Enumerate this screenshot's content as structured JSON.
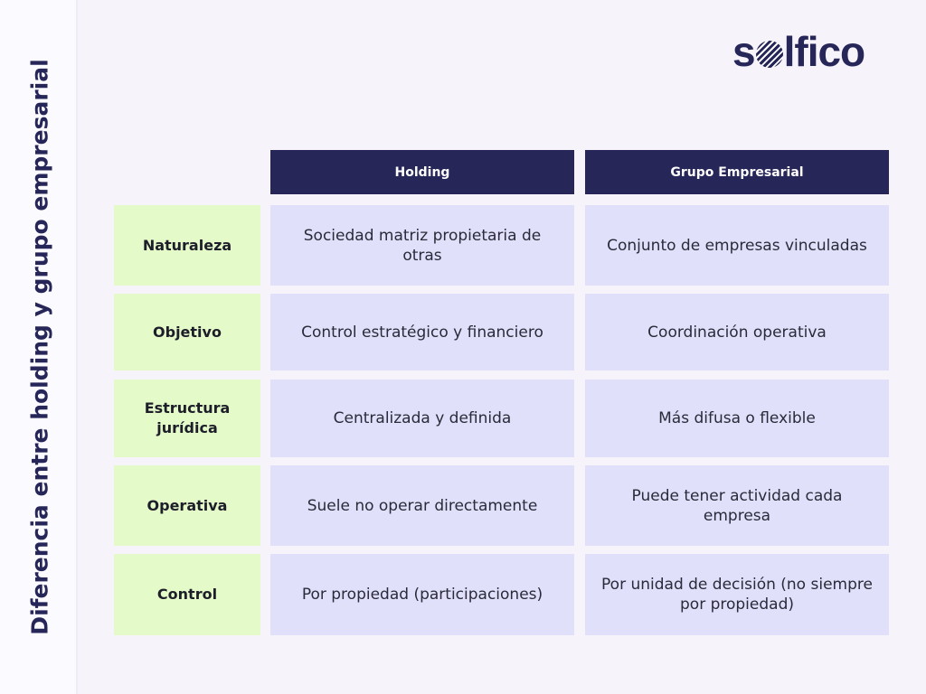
{
  "title": "Diferencia entre holding y grupo empresarial",
  "logo": "solfico",
  "headers": [
    "Holding",
    "Grupo Empresarial"
  ],
  "rows": [
    {
      "label": "Naturaleza",
      "holding": "Sociedad matriz propietaria de otras",
      "grupo": "Conjunto de empresas vinculadas"
    },
    {
      "label": "Objetivo",
      "holding": "Control estratégico y financiero",
      "grupo": "Coordinación operativa"
    },
    {
      "label": "Estructura jurídica",
      "holding": "Centralizada y definida",
      "grupo": "Más difusa o flexible"
    },
    {
      "label": "Operativa",
      "holding": "Suele no operar directamente",
      "grupo": "Puede tener actividad cada empresa"
    },
    {
      "label": "Control",
      "holding": "Por propiedad (participaciones)",
      "grupo": "Por unidad de decisión (no siempre por propiedad)"
    }
  ]
}
